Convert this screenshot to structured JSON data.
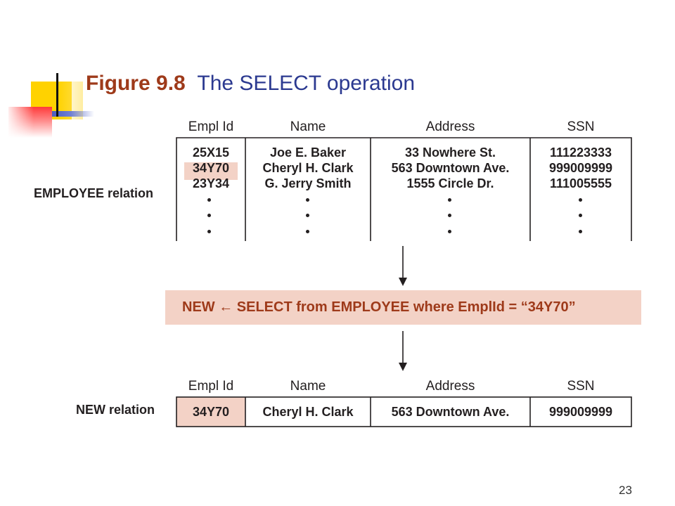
{
  "slide": {
    "figure_label": "Figure 9.8",
    "title": "The SELECT operation",
    "page_number": "23"
  },
  "employee_relation": {
    "label": "EMPLOYEE relation",
    "columns": [
      "Empl Id",
      "Name",
      "Address",
      "SSN"
    ],
    "rows": [
      [
        "25X15",
        "Joe E. Baker",
        "33 Nowhere St.",
        "111223333"
      ],
      [
        "34Y70",
        "Cheryl H. Clark",
        "563 Downtown Ave.",
        "999009999"
      ],
      [
        "23Y34",
        "G. Jerry Smith",
        "1555 Circle Dr.",
        "111005555"
      ]
    ],
    "highlighted_row": 1,
    "continues": true
  },
  "operation": {
    "text": "NEW ← SELECT from EMPLOYEE where EmplId = “34Y70”"
  },
  "new_relation": {
    "label": "NEW relation",
    "columns": [
      "Empl Id",
      "Name",
      "Address",
      "SSN"
    ],
    "rows": [
      [
        "34Y70",
        "Cheryl H. Clark",
        "563 Downtown Ave.",
        "999009999"
      ]
    ]
  },
  "colors": {
    "title": "#2b3990",
    "figure_label": "#9e3a1a",
    "highlight": "#f3d2c6",
    "query_text": "#9e3a1a"
  }
}
